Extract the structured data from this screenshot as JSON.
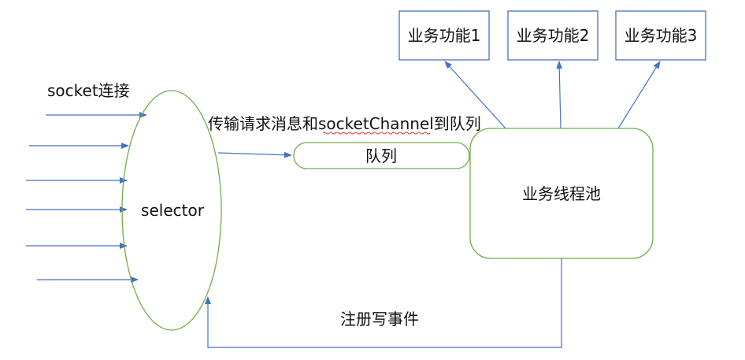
{
  "labels": {
    "socket_connect": "socket连接",
    "selector": "selector",
    "transfer": "传输请求消息和socketChannel到队列",
    "queue": "队列",
    "thread_pool": "业务线程池",
    "register_write": "注册写事件"
  },
  "functions": [
    {
      "label": "业务功能1"
    },
    {
      "label": "业务功能2"
    },
    {
      "label": "业务功能3"
    }
  ],
  "colors": {
    "blue": "#4472C4",
    "green": "#70AD47",
    "text": "#111111"
  }
}
